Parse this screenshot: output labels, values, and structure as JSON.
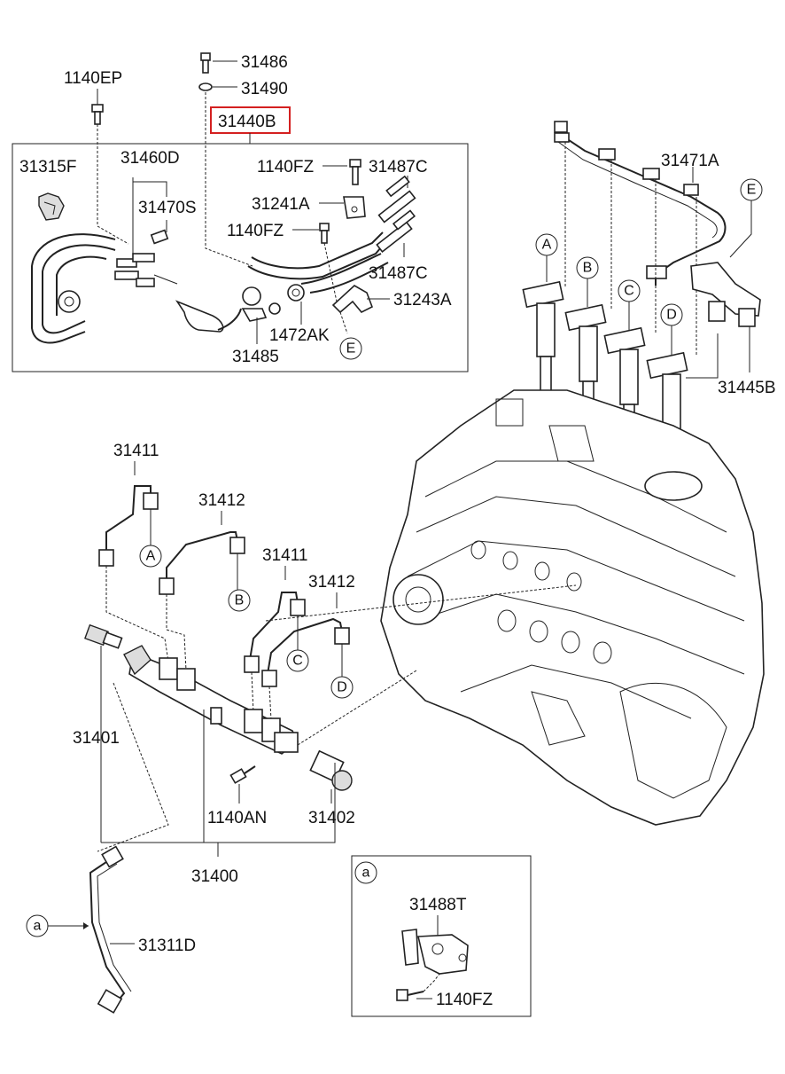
{
  "parts": {
    "p1140EP": "1140EP",
    "p31486": "31486",
    "p31490": "31490",
    "p31440B": "31440B",
    "p31315F": "31315F",
    "p31460D": "31460D",
    "p31470S": "31470S",
    "p1140FZ_a": "1140FZ",
    "p31487C_a": "31487C",
    "p31241A": "31241A",
    "p1140FZ_b": "1140FZ",
    "p31487C_b": "31487C",
    "p31243A": "31243A",
    "p1472AK": "1472AK",
    "p31485": "31485",
    "p31471A": "31471A",
    "p31445B": "31445B",
    "p31411_a": "31411",
    "p31412_a": "31412",
    "p31411_b": "31411",
    "p31412_b": "31412",
    "p31401": "31401",
    "p1140AN": "1140AN",
    "p31402": "31402",
    "p31400": "31400",
    "p31311D": "31311D",
    "p31488T": "31488T",
    "p1140FZ_c": "1140FZ"
  },
  "callouts": {
    "A": "A",
    "B": "B",
    "C": "C",
    "D": "D",
    "E": "E",
    "a": "a"
  },
  "highlight_color": "#d42020"
}
